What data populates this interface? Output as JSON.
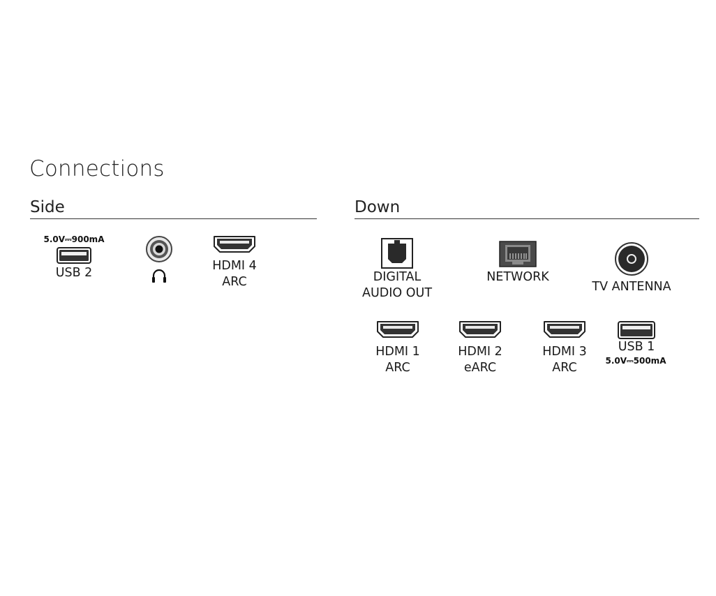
{
  "title": "Connections",
  "sections": {
    "side": {
      "title": "Side",
      "ports": {
        "usb2": {
          "label": "USB 2",
          "spec": "5.0V⎓900mA",
          "icon": "usb-icon"
        },
        "headphone": {
          "icon": "headphone-icon"
        },
        "hdmi4": {
          "label_line1": "HDMI 4",
          "label_line2": "ARC",
          "icon": "hdmi-icon"
        }
      }
    },
    "down": {
      "title": "Down",
      "ports": {
        "digital_audio": {
          "label_line1": "DIGITAL",
          "label_line2": "AUDIO OUT",
          "icon": "optical-icon"
        },
        "network": {
          "label": "NETWORK",
          "icon": "ethernet-icon"
        },
        "tv_antenna": {
          "label": "TV ANTENNA",
          "icon": "coax-icon"
        },
        "hdmi1": {
          "label_line1": "HDMI 1",
          "label_line2": "ARC",
          "icon": "hdmi-icon"
        },
        "hdmi2": {
          "label_line1": "HDMI 2",
          "label_line2": "eARC",
          "icon": "hdmi-icon"
        },
        "hdmi3": {
          "label_line1": "HDMI 3",
          "label_line2": "ARC",
          "icon": "hdmi-icon"
        },
        "usb1": {
          "label": "USB 1",
          "spec": "5.0V⎓500mA",
          "icon": "usb-icon"
        }
      }
    }
  }
}
